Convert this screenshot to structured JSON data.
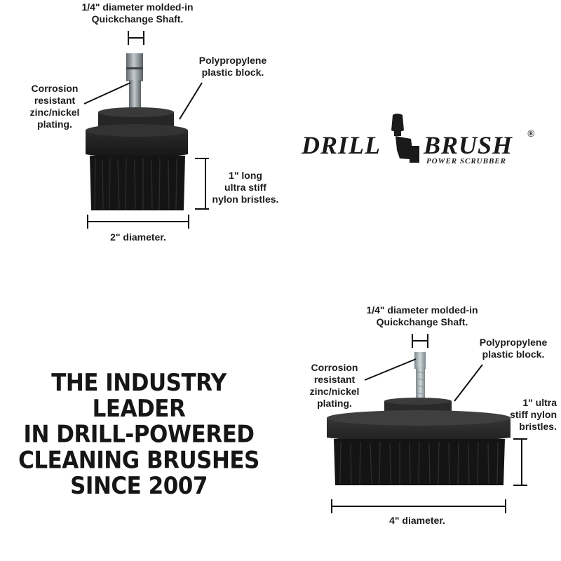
{
  "brush_small": {
    "shaft_label": "1/4\" diameter molded-in\nQuickchange Shaft.",
    "block_label": "Polypropylene\nplastic block.",
    "plating_label": "Corrosion\nresistant\nzinc/nickel\nplating.",
    "bristle_label": "1\" long\nultra stiff\nnylon bristles.",
    "diameter_label": "2\" diameter."
  },
  "brush_large": {
    "shaft_label": "1/4\" diameter molded-in\nQuickchange Shaft.",
    "block_label": "Polypropylene\nplastic block.",
    "plating_label": "Corrosion\nresistant\nzinc/nickel\nplating.",
    "bristle_label": "1\" ultra\nstiff nylon\nbristles.",
    "diameter_label": "4\" diameter."
  },
  "logo": {
    "word_left": "DRILL",
    "word_right": "BRUSH",
    "registered": "®",
    "subtitle": "POWER SCRUBBER"
  },
  "tagline": "THE INDUSTRY LEADER\nIN DRILL-POWERED\nCLEANING BRUSHES\nSINCE 2007",
  "colors": {
    "text": "#1c1c1c",
    "rubber_dark": "#1b1b1b",
    "rubber_mid": "#2c2c2c",
    "rubber_light": "#3a3a3a",
    "bristle": "#141414",
    "shaft_metal": "#9aa3a8",
    "background": "#ffffff"
  }
}
